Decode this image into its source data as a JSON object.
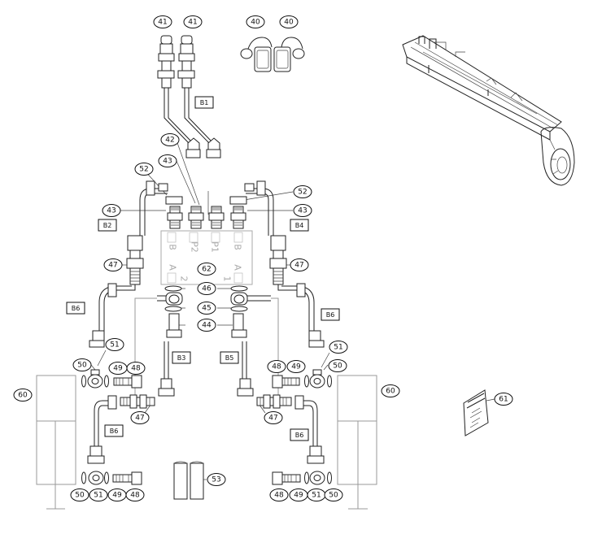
{
  "callouts": [
    "41",
    "41",
    "40",
    "40",
    "42",
    "43",
    "52",
    "43",
    "52",
    "43",
    "62",
    "47",
    "47",
    "46",
    "45",
    "44",
    "51",
    "50",
    "49",
    "48",
    "48",
    "49",
    "51",
    "50",
    "60",
    "60",
    "61",
    "47",
    "47",
    "53",
    "50",
    "51",
    "49",
    "48",
    "48",
    "49",
    "51",
    "50"
  ],
  "block_labels": [
    "B1",
    "B2",
    "B4",
    "B6",
    "B6",
    "B3",
    "B5",
    "B6",
    "B6"
  ],
  "manifold_markings": [
    "B",
    "P2",
    "P1",
    "B",
    "A",
    "2",
    "A",
    "1"
  ]
}
